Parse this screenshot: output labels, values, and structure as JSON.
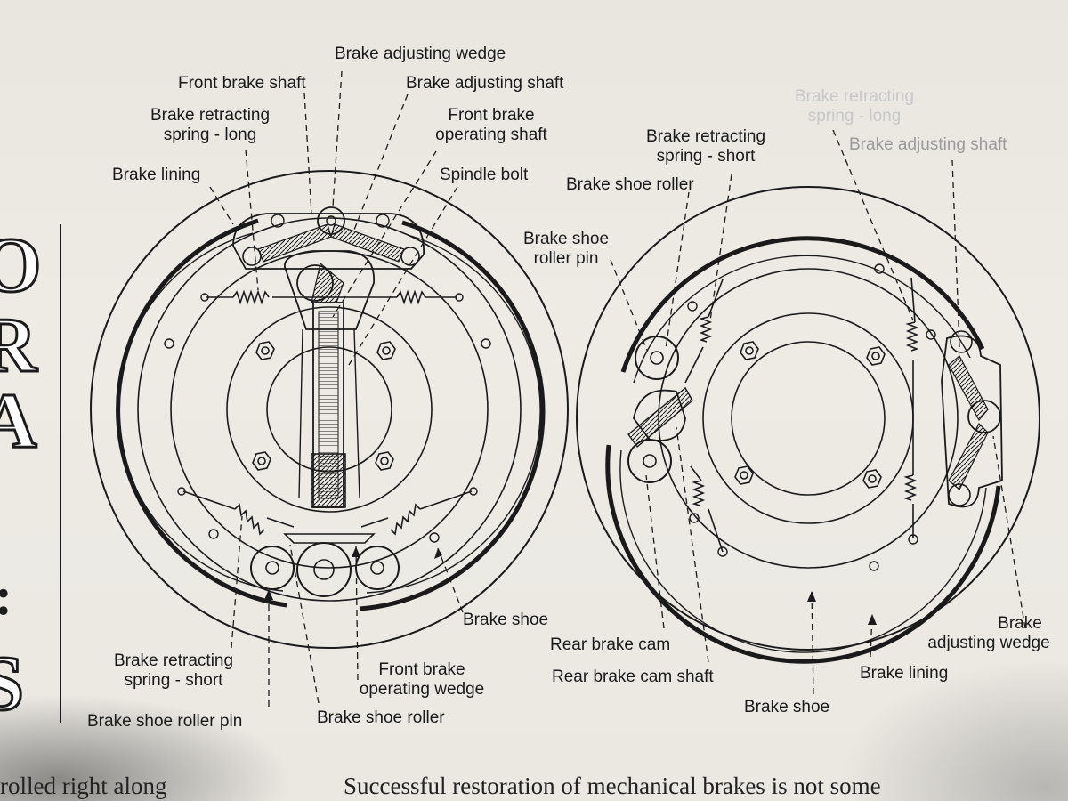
{
  "margin_letters": [
    "O",
    "R",
    "A",
    ":",
    "S"
  ],
  "left_diagram": {
    "labels": {
      "brake_adjusting_wedge": "Brake adjusting wedge",
      "front_brake_shaft": "Front brake shaft",
      "brake_adjusting_shaft": "Brake adjusting shaft",
      "brake_retracting_spring_long_1": "Brake retracting",
      "brake_retracting_spring_long_2": "spring - long",
      "front_brake_operating_shaft_1": "Front brake",
      "front_brake_operating_shaft_2": "operating shaft",
      "brake_lining": "Brake lining",
      "spindle_bolt": "Spindle bolt",
      "brake_shoe": "Brake shoe",
      "brake_retracting_spring_short_1": "Brake retracting",
      "brake_retracting_spring_short_2": "spring - short",
      "front_brake_operating_wedge_1": "Front brake",
      "front_brake_operating_wedge_2": "operating wedge",
      "brake_shoe_roller_pin": "Brake shoe roller pin",
      "brake_shoe_roller": "Brake shoe roller"
    }
  },
  "right_diagram": {
    "labels": {
      "brake_retracting_spring_long_1": "Brake retracting",
      "brake_retracting_spring_long_2": "spring - long",
      "brake_adjusting_shaft": "Brake adjusting shaft",
      "brake_retracting_spring_short_1": "Brake retracting",
      "brake_retracting_spring_short_2": "spring - short",
      "brake_shoe_roller": "Brake shoe roller",
      "brake_shoe_roller_pin_1": "Brake shoe",
      "brake_shoe_roller_pin_2": "roller pin",
      "rear_brake_cam": "Rear brake cam",
      "rear_brake_cam_shaft": "Rear brake cam shaft",
      "brake_shoe": "Brake shoe",
      "brake_lining": "Brake lining",
      "brake_adjusting_wedge_1": "Brake",
      "brake_adjusting_wedge_2": "adjusting wedge"
    }
  },
  "body_text": {
    "left_fragment": "rolled right along",
    "right_fragment": "Successful restoration of mechanical brakes is not some"
  },
  "colors": {
    "ink": "#1a1a1a",
    "paper": "#ece9e3"
  }
}
